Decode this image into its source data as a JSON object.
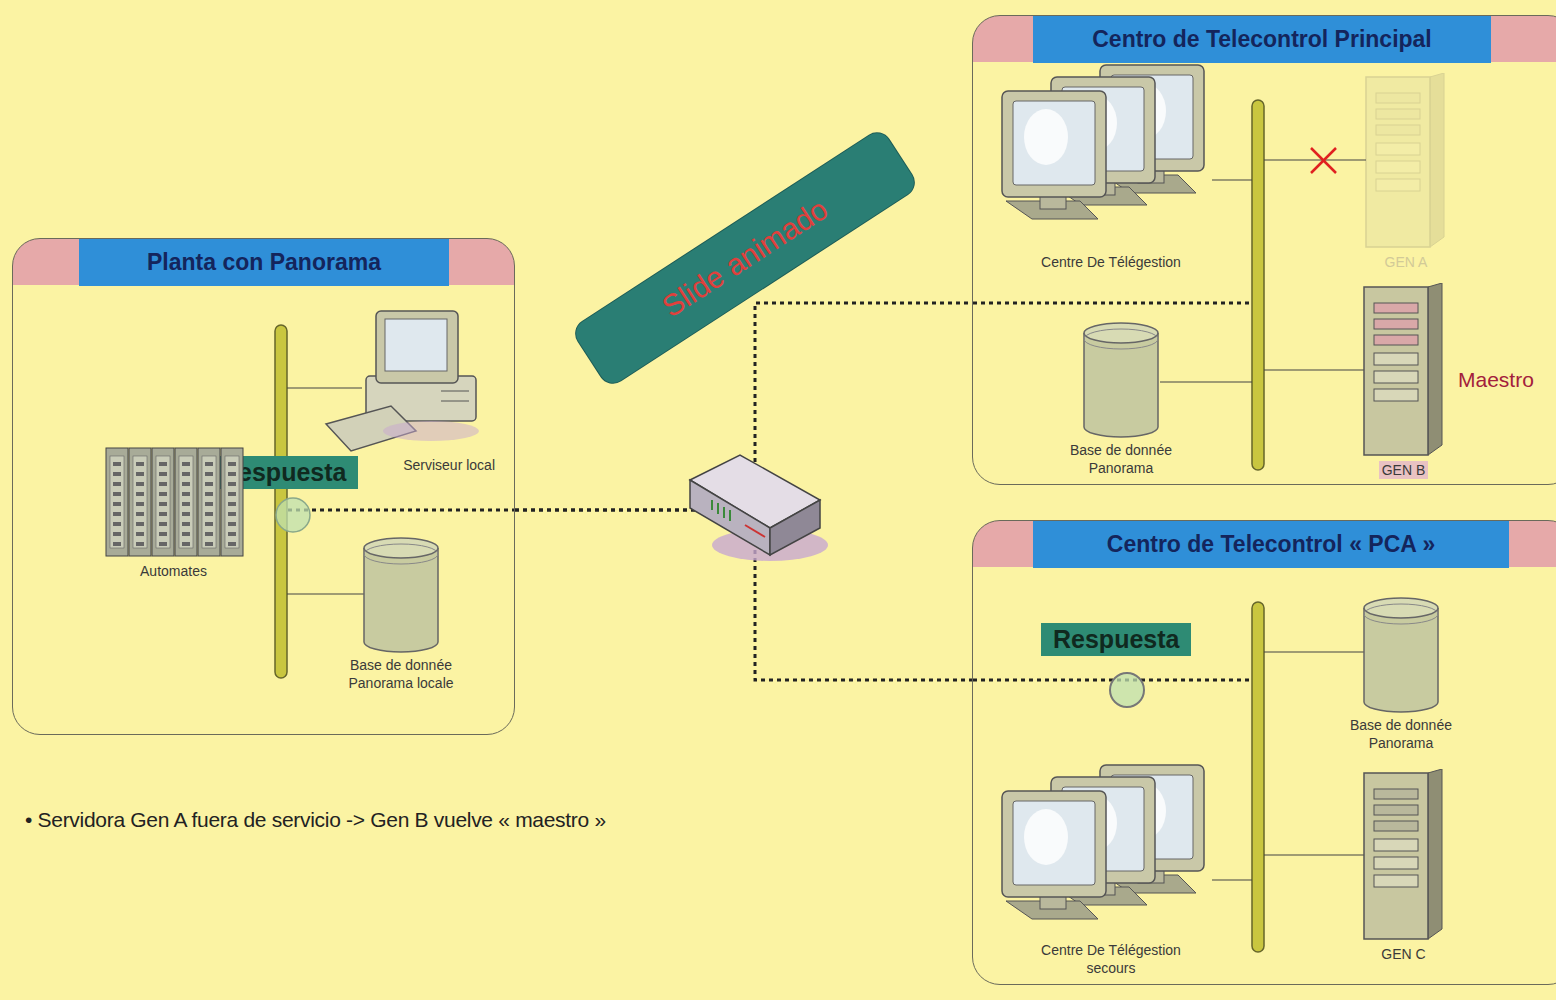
{
  "diagram": {
    "nodes": [
      {
        "text": [
          "Centro de Telecontrol Principal"
        ]
      },
      {
        "text": [
          "Centre De Télégestion"
        ],
        "in": 0
      },
      {
        "text": [
          "GEN A"
        ],
        "in": 0
      },
      {
        "text": [
          "Base de donnée Panorama"
        ],
        "in": 0
      },
      {
        "text": [
          "GEN B"
        ],
        "in": 0
      },
      {
        "text": [
          "Slide animado"
        ]
      },
      {
        "text": [
          "Planta con Panorama"
        ]
      },
      {
        "text": [
          "Serviseur local"
        ],
        "in": 6
      },
      {
        "text": [
          "Respuesta"
        ],
        "in": 6
      },
      {
        "text": [
          "Automates"
        ],
        "in": 6
      },
      {
        "text": [
          "Base de donnée Panorama locale"
        ],
        "in": 6
      },
      {
        "text": [
          "Centro de Telecontrol « PCA »"
        ]
      },
      {
        "text": [
          "Respuesta"
        ],
        "in": 11
      },
      {
        "text": [
          "Base de donnée Panorama"
        ],
        "in": 11
      },
      {
        "text": [
          "Centre De Télégestion secours"
        ],
        "in": 11
      },
      {
        "text": [
          "GEN C"
        ],
        "in": 11
      }
    ],
    "edges": [
      {
        "from": 6,
        "to": 0,
        "arrow": "none"
      },
      {
        "from": 6,
        "to": 11,
        "arrow": "none"
      }
    ],
    "labels": [
      "Maestro",
      "• Servidora Gen A fuera de servicio -> Gen B vuelve « maestro »"
    ]
  }
}
